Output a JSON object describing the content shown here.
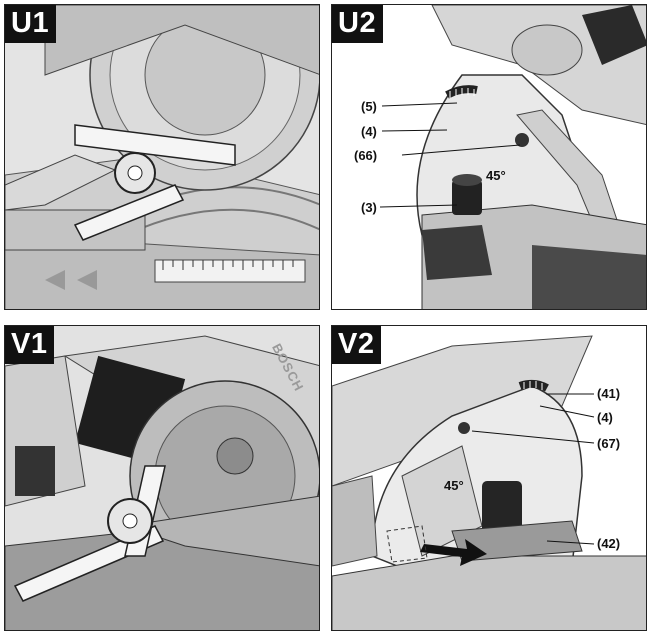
{
  "panels": {
    "u1": {
      "tag": "U1"
    },
    "u2": {
      "tag": "U2",
      "labels": {
        "p5": "(5)",
        "p4": "(4)",
        "p66": "(66)",
        "p3": "(3)"
      },
      "angle": "45°"
    },
    "v1": {
      "tag": "V1",
      "brand": "BOSCH"
    },
    "v2": {
      "tag": "V2",
      "labels": {
        "p41": "(41)",
        "p4": "(4)",
        "p67": "(67)",
        "p42": "(42)"
      },
      "angle": "45°"
    }
  }
}
